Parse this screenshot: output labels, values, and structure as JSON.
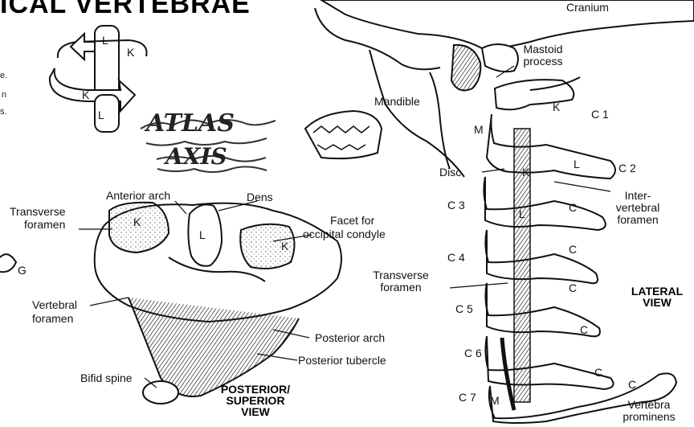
{
  "header_fragment": "ICAL VERTEBRAE",
  "rotation_icon": {
    "letter_l": "L",
    "letter_k": "K",
    "letter_k2": "K",
    "letter_l2": "L"
  },
  "sketch_labels": {
    "atlas": "ATLAS",
    "axis": "AXIS"
  },
  "left_edge": {
    "e": "e.",
    "n": "n",
    "s": "s.",
    "g": "G"
  },
  "superior_view": {
    "anterior_arch": "Anterior arch",
    "dens": "Dens",
    "transverse_foramen_1": "Transverse",
    "transverse_foramen_2": "foramen",
    "facet_1": "Facet for",
    "facet_2": "occipital condyle",
    "vertebral_foramen_1": "Vertebral",
    "vertebral_foramen_2": "foramen",
    "posterior_arch": "Posterior arch",
    "posterior_tubercle": "Posterior tubercle",
    "bifid_spine": "Bifid spine",
    "dens_letter": "L",
    "facet_letter_left": "K",
    "facet_letter_right": "K",
    "view_1": "POSTERIOR/",
    "view_2": "SUPERIOR",
    "view_3": "VIEW"
  },
  "lateral_view": {
    "cranium": "Cranium",
    "mastoid_1": "Mastoid",
    "mastoid_2": "process",
    "mandible": "Mandible",
    "m_top": "M",
    "m_bottom": "M",
    "disc": "Disc",
    "c1": "C 1",
    "c2": "C 2",
    "c3": "C 3",
    "c4": "C 4",
    "c5": "C 5",
    "c6": "C 6",
    "c7": "C 7",
    "c1_letter": "K",
    "c2_letter": "L",
    "c2_k": "K",
    "l_letter": "L",
    "c_letters": [
      "C",
      "C",
      "C",
      "C",
      "C",
      "C"
    ],
    "iv_foramen_1": "Inter-",
    "iv_foramen_2": "vertebral",
    "iv_foramen_3": "foramen",
    "transverse_1": "Transverse",
    "transverse_2": "foramen",
    "vertebra_1": "Vertebra",
    "vertebra_2": "prominens",
    "view_1": "LATERAL",
    "view_2": "VIEW"
  }
}
